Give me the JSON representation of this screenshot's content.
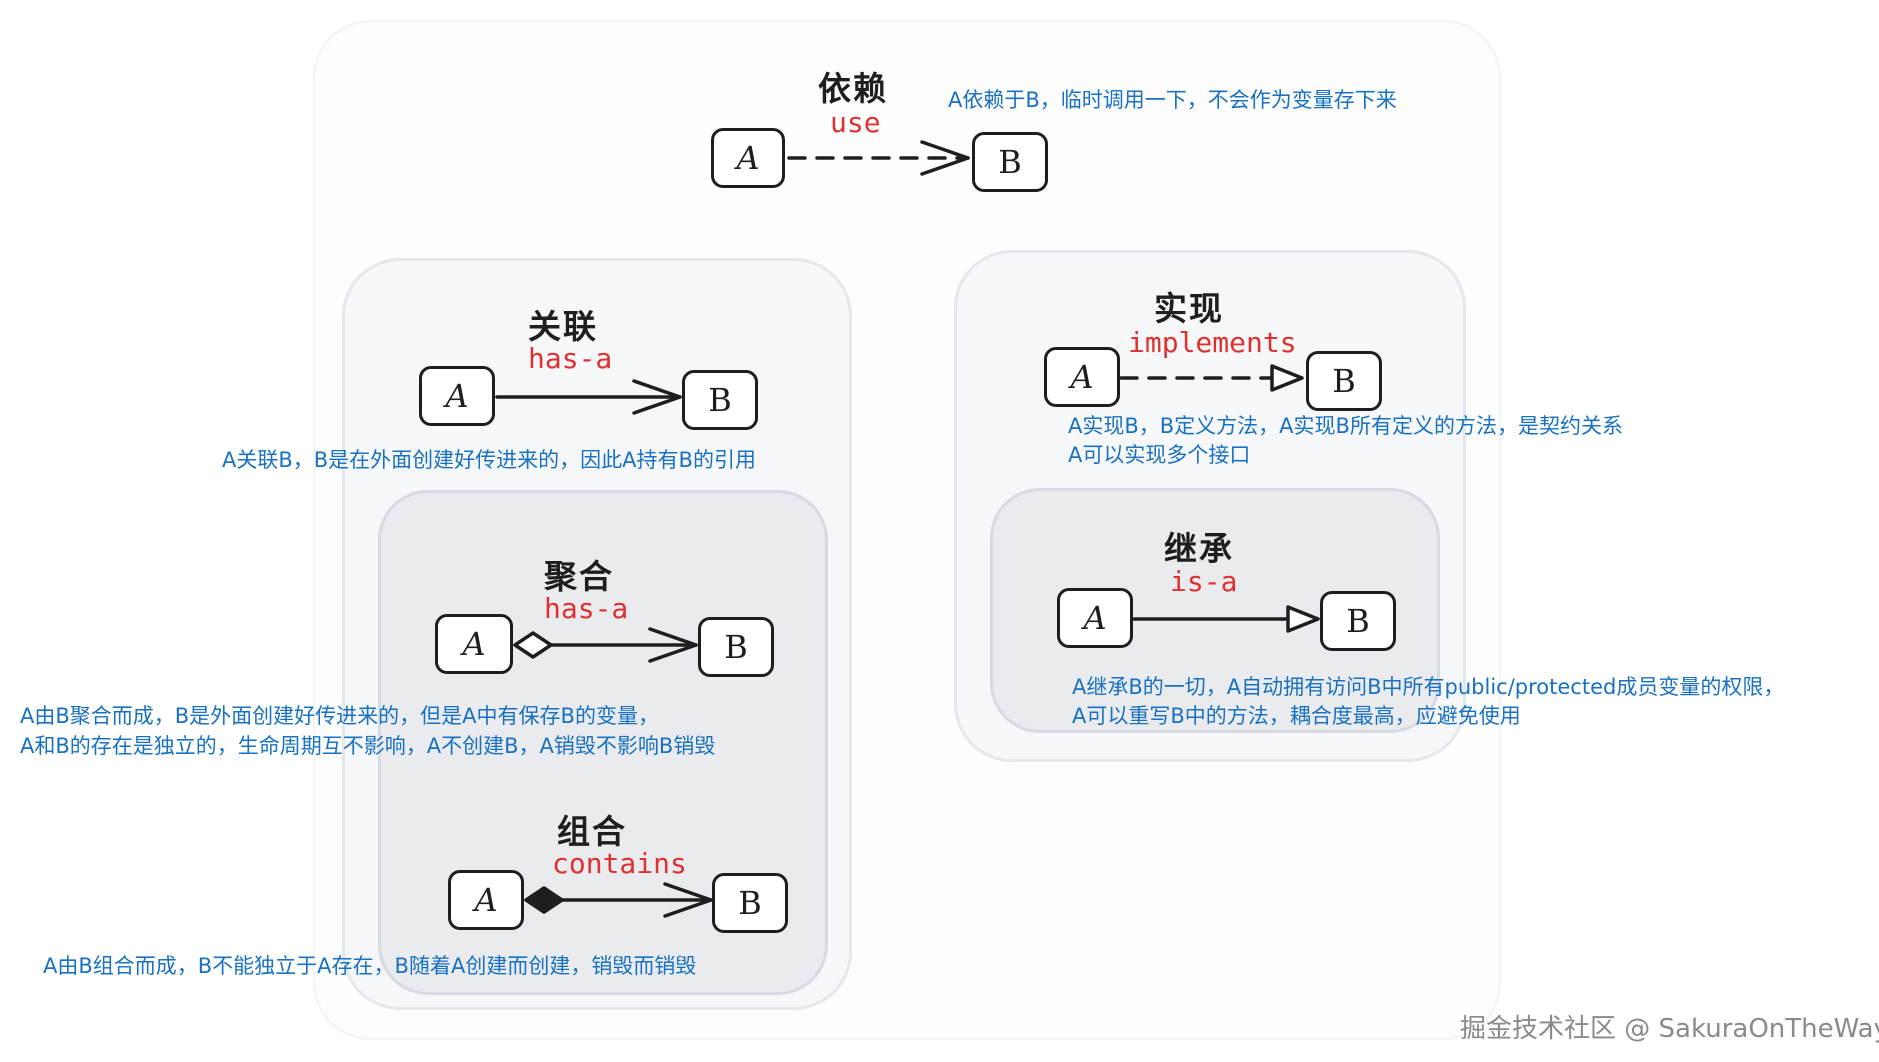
{
  "dependency": {
    "title": "依赖",
    "tag": "use",
    "note": "A依赖于B，临时调用一下，不会作为变量存下来",
    "box_a": "A",
    "box_b": "B"
  },
  "association": {
    "title": "关联",
    "tag": "has-a",
    "note": "A关联B，B是在外面创建好传进来的，因此A持有B的引用",
    "box_a": "A",
    "box_b": "B"
  },
  "aggregation": {
    "title": "聚合",
    "tag": "has-a",
    "note_line1": "A由B聚合而成，B是外面创建好传进来的，但是A中有保存B的变量，",
    "note_line2": "A和B的存在是独立的，生命周期互不影响，A不创建B，A销毁不影响B销毁",
    "box_a": "A",
    "box_b": "B"
  },
  "composition": {
    "title": "组合",
    "tag": "contains",
    "note": "A由B组合而成，B不能独立于A存在，B随着A创建而创建，销毁而销毁",
    "box_a": "A",
    "box_b": "B"
  },
  "realization": {
    "title": "实现",
    "tag": "implements",
    "note_line1": "A实现B，B定义方法，A实现B所有定义的方法，是契约关系",
    "note_line2": "A可以实现多个接口",
    "box_a": "A",
    "box_b": "B"
  },
  "inheritance": {
    "title": "继承",
    "tag": "is-a",
    "note_line1": "A继承B的一切，A自动拥有访问B中所有public/protected成员变量的权限，",
    "note_line2": "A可以重写B中的方法，耦合度最高，应避免使用",
    "box_a": "A",
    "box_b": "B"
  },
  "watermark": "掘金技术社区 @ SakuraOnTheWay",
  "colors": {
    "stroke": "#1e1e1e",
    "tag": "#e03131",
    "note": "#1971c2",
    "panel_light": "#f6f7f9",
    "panel_dark": "#e9ebee"
  }
}
